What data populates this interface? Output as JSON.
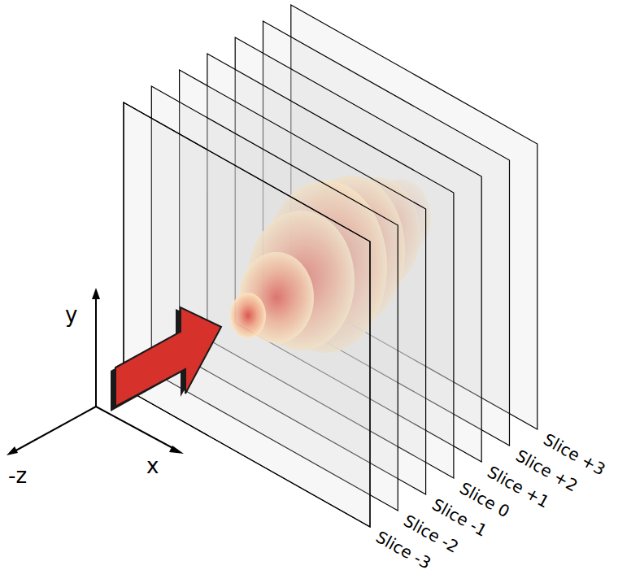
{
  "diagram": {
    "labels": [
      "y",
      "-z",
      "x",
      "Slice +3",
      "Slice +2",
      "Slice +1",
      "Slice 0",
      "Slice -1",
      "Slice -2",
      "Slice -3"
    ]
  }
}
